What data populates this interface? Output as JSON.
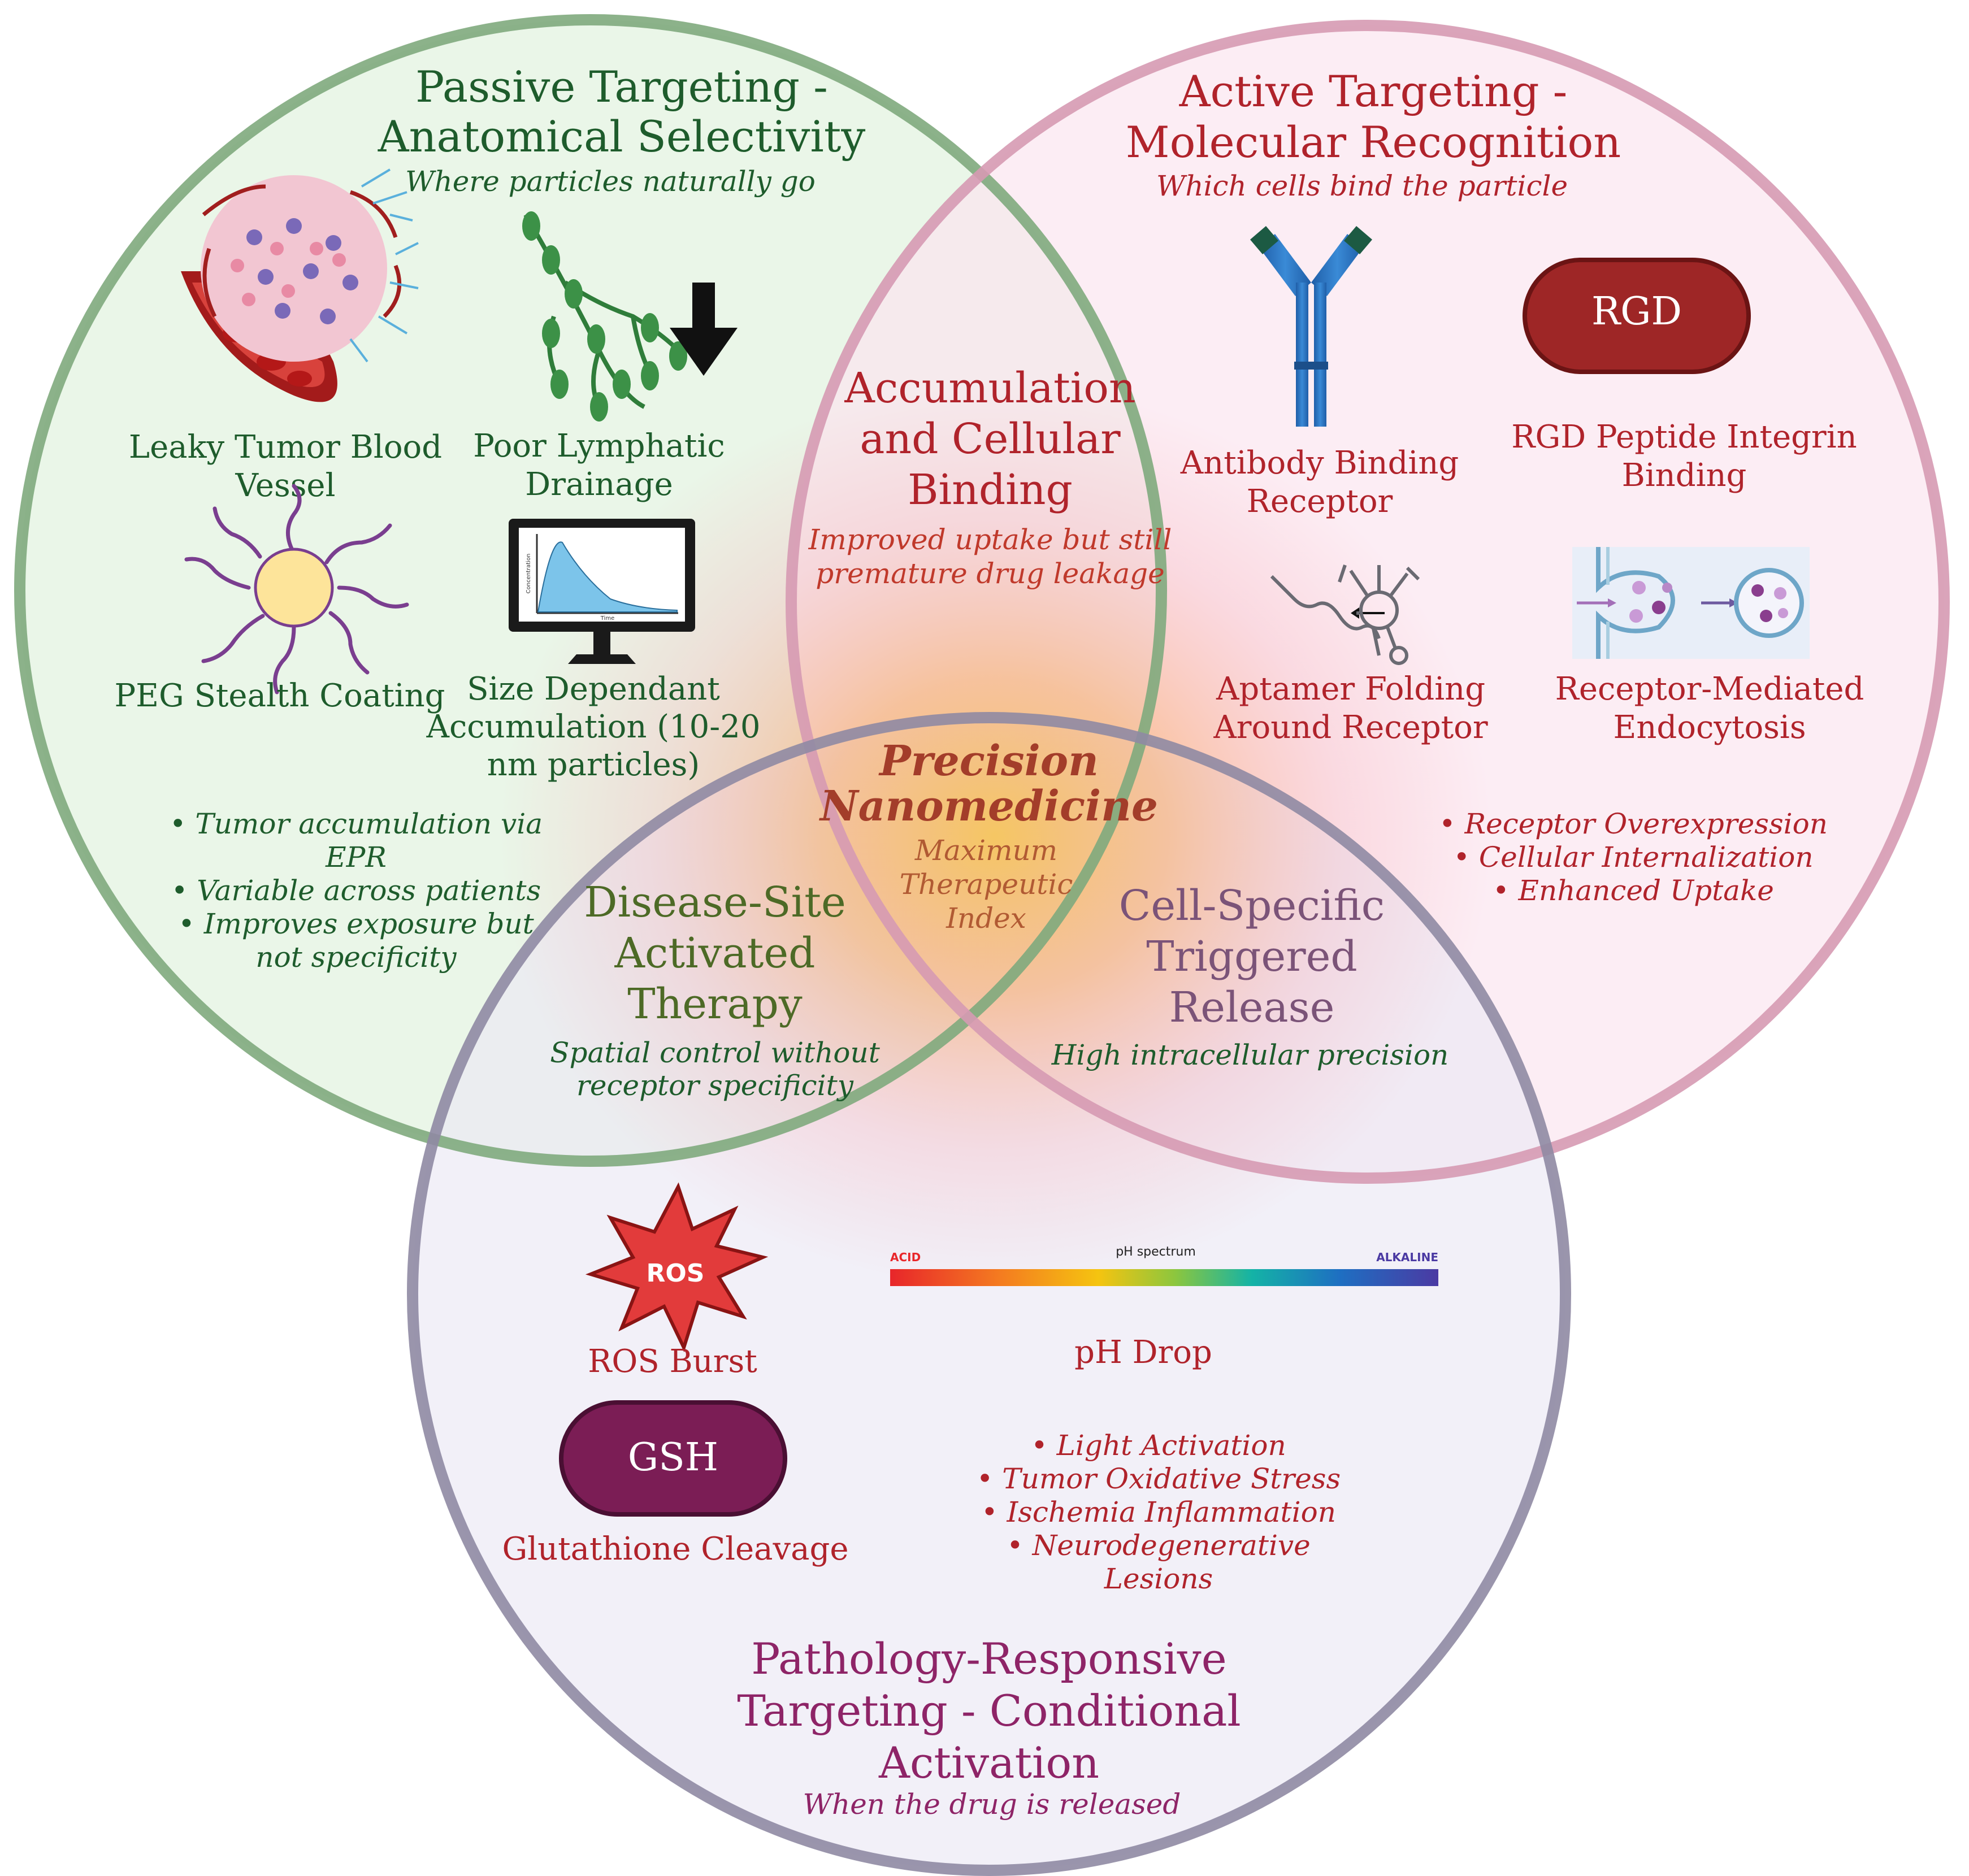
{
  "colors": {
    "passive": "#1e5c2c",
    "active": "#b0232b",
    "pathology": "#8e2467",
    "passive_ring": "#7faa7d",
    "active_ring": "#d69ab3",
    "pathology_ring": "#8f89a3"
  },
  "passive": {
    "title_l1": "Passive Targeting -",
    "title_l2": "Anatomical Selectivity",
    "subtitle": "Where particles naturally go",
    "leaky_l1": "Leaky Tumor Blood",
    "leaky_l2": "Vessel",
    "lymph_l1": "Poor Lymphatic",
    "lymph_l2": "Drainage",
    "peg": "PEG Stealth Coating",
    "size_l1": "Size Dependant",
    "size_l2": "Accumulation (10-20",
    "size_l3": "nm particles)",
    "b1_l1": "Tumor accumulation via",
    "b1_l2": "EPR",
    "b2": "Variable across patients",
    "b3_l1": "Improves exposure but",
    "b3_l2": "not specificity",
    "monitor_y": "Concentration",
    "monitor_x": "Time"
  },
  "active": {
    "title_l1": "Active Targeting -",
    "title_l2": "Molecular Recognition",
    "subtitle": "Which cells bind the particle",
    "antibody_l1": "Antibody Binding",
    "antibody_l2": "Receptor",
    "rgd_pill": "RGD",
    "rgd_l1": "RGD Peptide Integrin",
    "rgd_l2": "Binding",
    "aptamer_l1": "Aptamer Folding",
    "aptamer_l2": "Around Receptor",
    "endo_l1": "Receptor-Mediated",
    "endo_l2": "Endocytosis",
    "b1": "Receptor Overexpression",
    "b2": "Cellular Internalization",
    "b3": "Enhanced Uptake"
  },
  "overlap_pa": {
    "l1": "Accumulation",
    "l2": "and Cellular",
    "l3": "Binding",
    "sub_l1": "Improved uptake but still",
    "sub_l2": "premature drug leakage"
  },
  "overlap_pp": {
    "l1": "Disease-Site",
    "l2": "Activated",
    "l3": "Therapy",
    "sub_l1": "Spatial control without",
    "sub_l2": "receptor specificity"
  },
  "overlap_ap": {
    "l1": "Cell-Specific",
    "l2": "Triggered",
    "l3": "Release",
    "sub": "High intracellular precision"
  },
  "center": {
    "l1": "Precision",
    "l2": "Nanomedicine",
    "sub_l1": "Maximum",
    "sub_l2": "Therapeutic",
    "sub_l3": "Index"
  },
  "pathology": {
    "ros_badge": "ROS",
    "ros_label": "ROS Burst",
    "ph_acid": "ACID",
    "ph_title": "pH spectrum",
    "ph_alkaline": "ALKALINE",
    "ph_label": "pH Drop",
    "gsh_pill": "GSH",
    "gsh_label": "Glutathione Cleavage",
    "b1": "Light Activation",
    "b2": "Tumor Oxidative Stress",
    "b3": "Ischemia Inflammation",
    "b4_l1": "Neurodegenerative",
    "b4_l2": "Lesions",
    "title_l1": "Pathology-Responsive",
    "title_l2": "Targeting - Conditional",
    "title_l3": "Activation",
    "subtitle": "When the drug is released"
  }
}
